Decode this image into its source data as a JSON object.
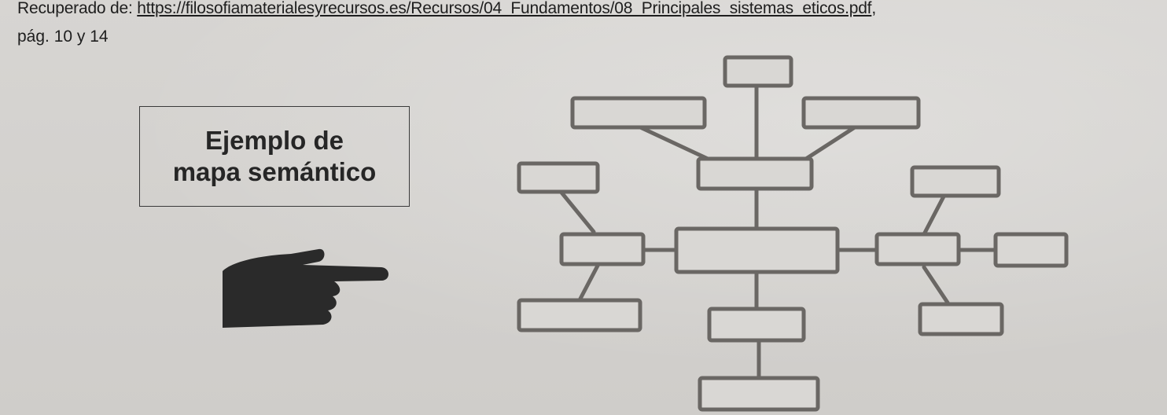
{
  "header": {
    "source_label": "Recuperado de:",
    "source_url": "https://filosofiamaterialesyrecursos.es/Recursos/04_Fundamentos/08_Principales_sistemas_eticos.pdf",
    "source_suffix": ",",
    "pages": "pág. 10 y 14"
  },
  "title_box": {
    "line1": "Ejemplo de",
    "line2": "mapa semántico"
  },
  "icons": {
    "pointing_hand": "pointing-hand-icon"
  },
  "colors": {
    "paper": "#d8d6d3",
    "ink": "#1e1e1e",
    "diagram_line": "#6a6764",
    "diagram_fill": "#d9d7d4"
  }
}
